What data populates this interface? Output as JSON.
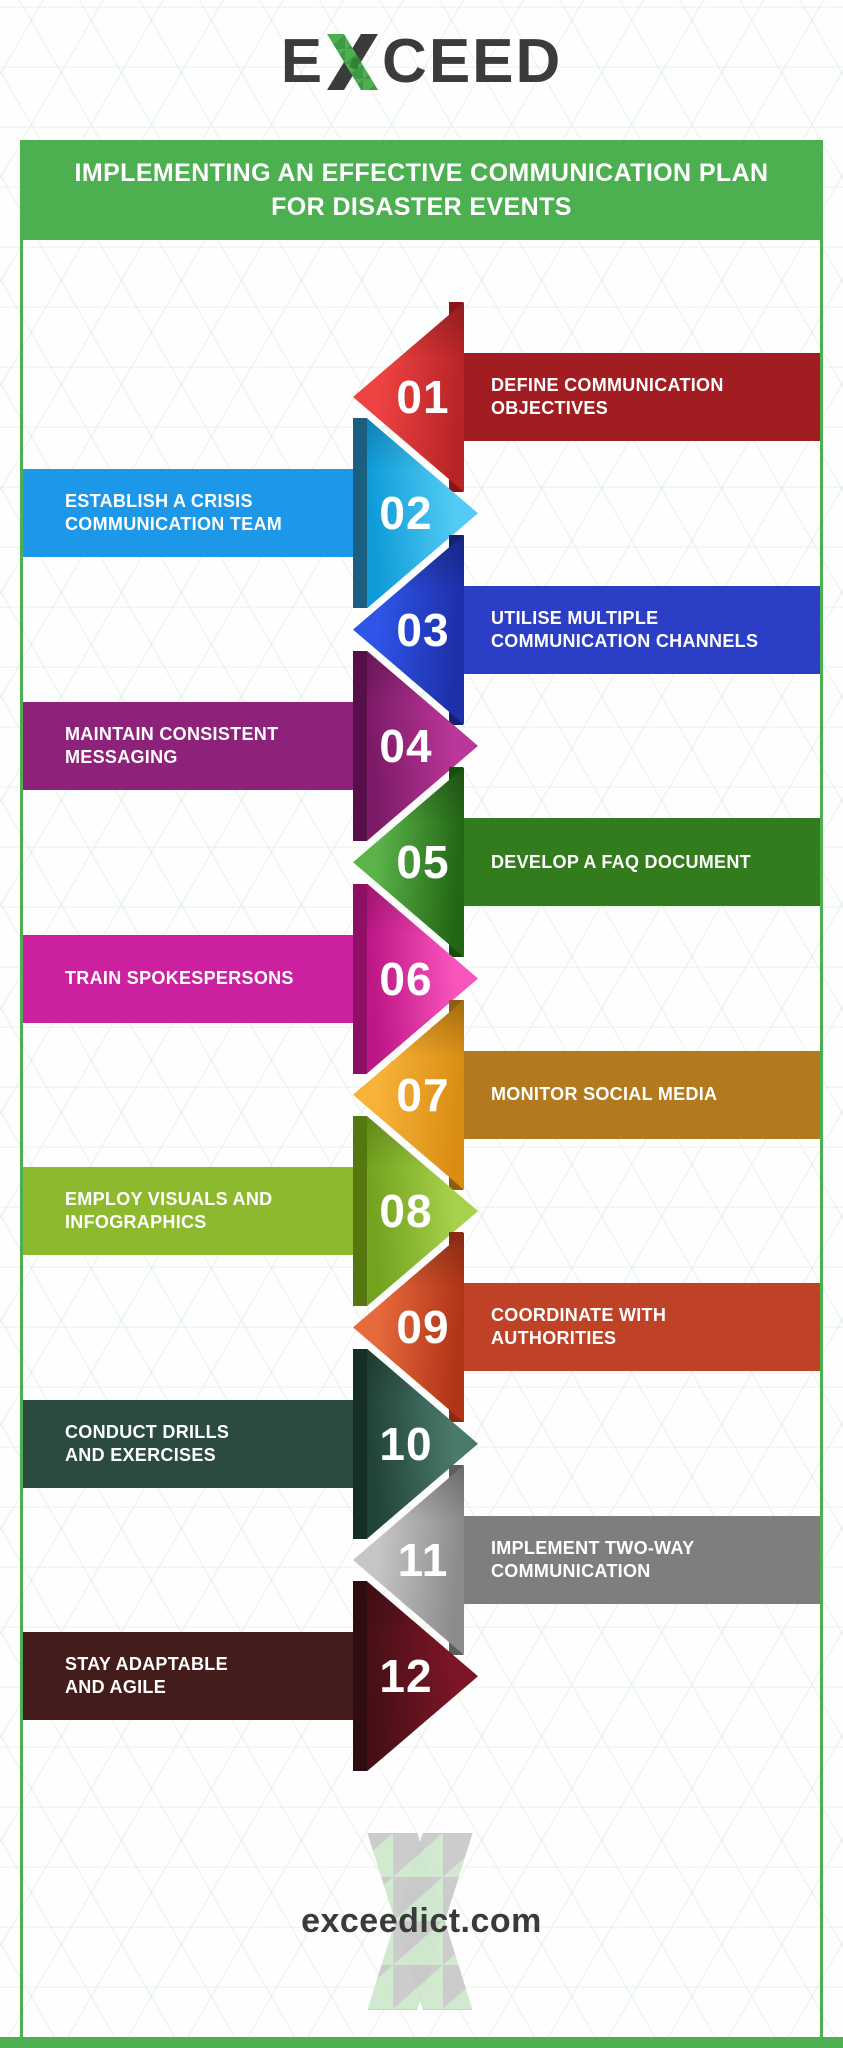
{
  "logo": {
    "pre": "E",
    "post": "CEED"
  },
  "title": {
    "line1": "IMPLEMENTING AN EFFECTIVE COMMUNICATION PLAN",
    "line2": "FOR DISASTER EVENTS"
  },
  "footer": {
    "website": "exceedict.com"
  },
  "theme": {
    "green": "#4caf50",
    "text_dark": "#3b3b3b"
  },
  "steps": [
    {
      "num": "01",
      "label": "DEFINE COMMUNICATION\nOBJECTIVES",
      "side": "right",
      "bar": "#a21d21",
      "tri_light": "#ef4343",
      "tri_dark": "#b92426",
      "strip": "#8c1417"
    },
    {
      "num": "02",
      "label": "ESTABLISH A CRISIS\nCOMMUNICATION TEAM",
      "side": "left",
      "bar": "#1d97e8",
      "tri_light": "#53cbf4",
      "tri_dark": "#0e9bd8",
      "strip": "#1a5f80"
    },
    {
      "num": "03",
      "label": "UTILISE MULTIPLE\nCOMMUNICATION CHANNELS",
      "side": "right",
      "bar": "#2a3fc5",
      "tri_light": "#2f55e8",
      "tri_dark": "#1d2fa9",
      "strip": "#131f70"
    },
    {
      "num": "04",
      "label": "MAINTAIN CONSISTENT\nMESSAGING",
      "side": "left",
      "bar": "#8e2179",
      "tri_light": "#ba3698",
      "tri_dark": "#7c1a68",
      "strip": "#570f49"
    },
    {
      "num": "05",
      "label": "DEVELOP A FAQ DOCUMENT",
      "side": "right",
      "bar": "#337c1e",
      "tri_light": "#5bb34a",
      "tri_dark": "#236614",
      "strip": "#174d0d"
    },
    {
      "num": "06",
      "label": "TRAIN SPOKESPERSONS",
      "side": "left",
      "bar": "#cb21a0",
      "tri_light": "#f953bc",
      "tri_dark": "#bd1685",
      "strip": "#8e0f63"
    },
    {
      "num": "07",
      "label": "MONITOR SOCIAL MEDIA",
      "side": "right",
      "bar": "#b3791e",
      "tri_light": "#f7b23a",
      "tri_dark": "#d98e12",
      "strip": "#8f5e10"
    },
    {
      "num": "08",
      "label": "EMPLOY VISUALS AND\nINFOGRAPHICS",
      "side": "left",
      "bar": "#8db92e",
      "tri_light": "#a6d14b",
      "tri_dark": "#73a21e",
      "strip": "#54770f"
    },
    {
      "num": "09",
      "label": "COORDINATE WITH\nAUTHORITIES",
      "side": "right",
      "bar": "#bf4126",
      "tri_light": "#e76a3c",
      "tri_dark": "#b03417",
      "strip": "#8c2a12"
    },
    {
      "num": "10",
      "label": "CONDUCT DRILLS\nAND EXERCISES",
      "side": "left",
      "bar": "#2b4b40",
      "tri_light": "#4a7a6c",
      "tri_dark": "#22433a",
      "strip": "#152f28"
    },
    {
      "num": "11",
      "label": "IMPLEMENT TWO-WAY\nCOMMUNICATION",
      "side": "right",
      "bar": "#7e7e7e",
      "tri_light": "#c6c6c6",
      "tri_dark": "#8b8b8b",
      "strip": "#5e5e5e"
    },
    {
      "num": "12",
      "label": "STAY ADAPTABLE\nAND AGILE",
      "side": "left",
      "bar": "#451c1c",
      "tri_light": "#7c1526",
      "tri_dark": "#471016",
      "strip": "#2e0c10"
    }
  ]
}
